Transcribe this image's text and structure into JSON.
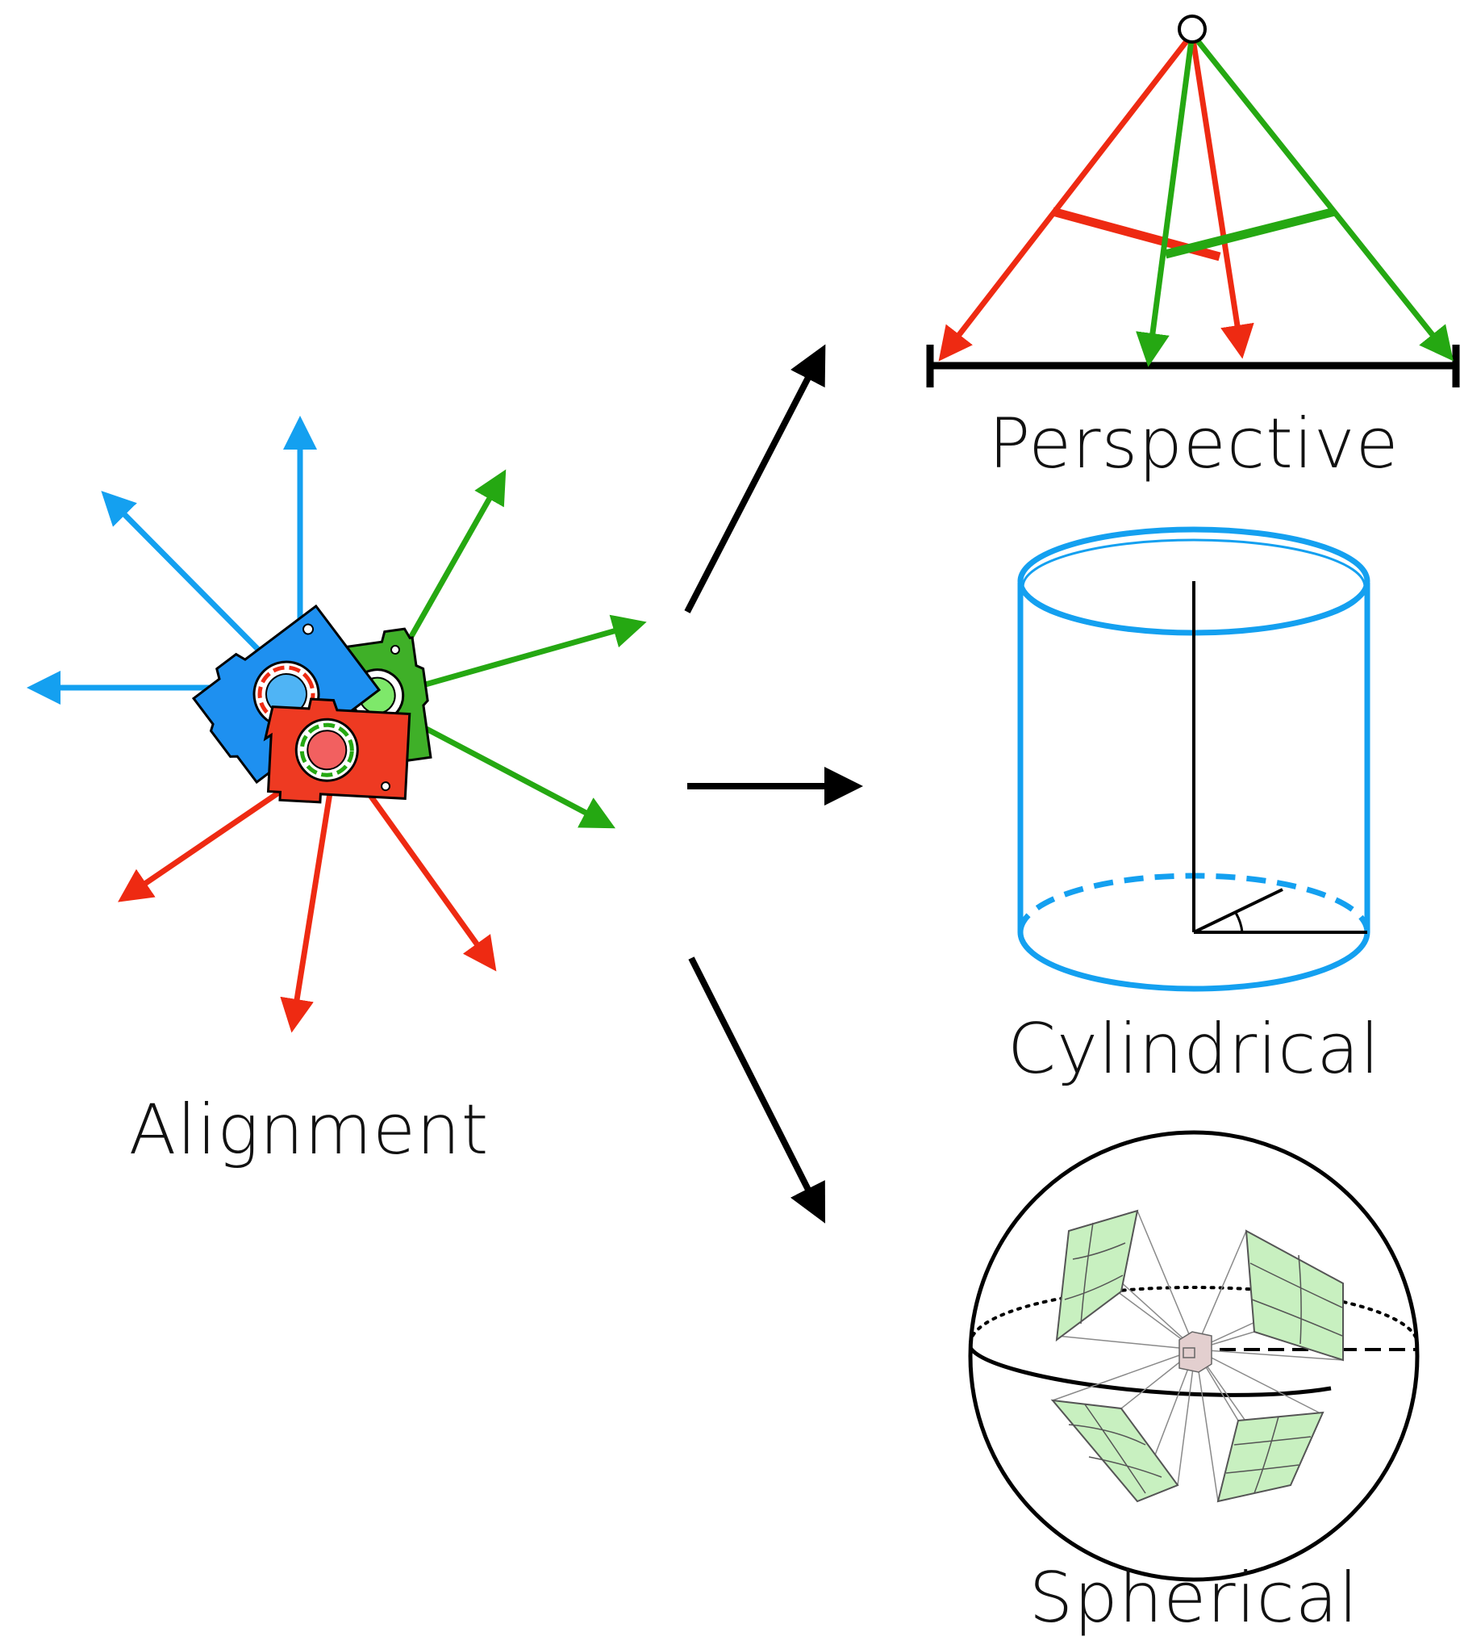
{
  "labels": {
    "alignment": "Alignment",
    "perspective": "Perspective",
    "cylindrical": "Cylindrical",
    "spherical": "Spherical"
  },
  "colors": {
    "red": "#ee2a12",
    "green": "#25a812",
    "blue": "#14a0f0",
    "light_green": "#c8f0c0",
    "camera_box": "#e3cfcf",
    "black": "#000000"
  },
  "icons": {
    "camera_cluster": "camera-icon",
    "projection_center": "circle-icon",
    "center_camera": "camera-box-icon"
  }
}
